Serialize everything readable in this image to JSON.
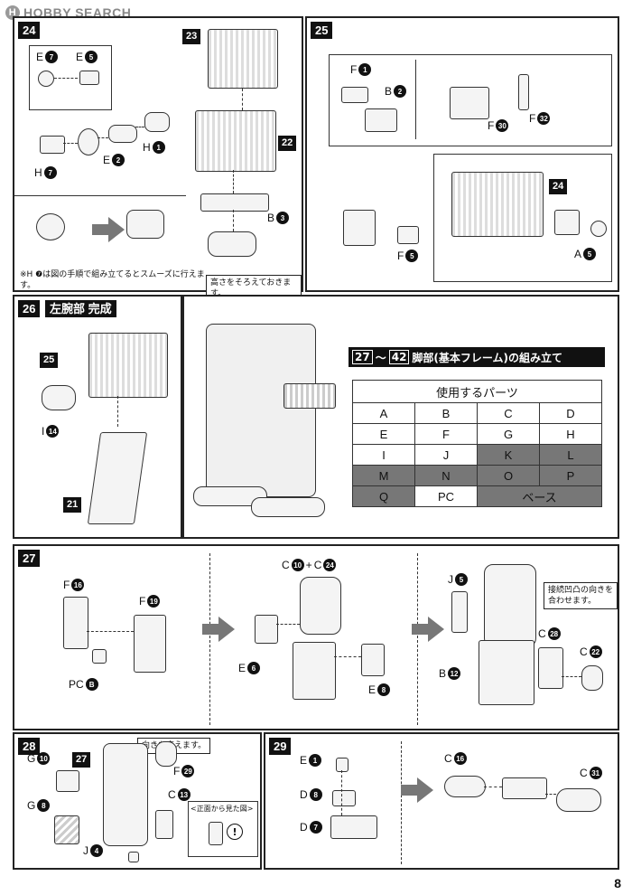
{
  "header": {
    "site_logo": "HOBBY SEARCH"
  },
  "steps": {
    "s24": {
      "number": "24",
      "labels": {
        "e7": "E",
        "e7n": "7",
        "e5": "E",
        "e5n": "5",
        "h1": "H",
        "h1n": "1",
        "e2": "E",
        "e2n": "2",
        "h7": "H",
        "h7n": "7",
        "b3": "B",
        "b3n": "3",
        "p23": "23",
        "p22": "22"
      },
      "note": "※H ❼は図の手順で組み立てるとスムーズに行えます。",
      "callout": "高さをそろえておきます。"
    },
    "s25": {
      "number": "25",
      "labels": {
        "f1": "F",
        "f1n": "1",
        "b2": "B",
        "b2n": "2",
        "f30": "F",
        "f30n": "30",
        "f32": "F",
        "f32n": "32",
        "f5": "F",
        "f5n": "5",
        "a5": "A",
        "a5n": "5",
        "p24": "24"
      }
    },
    "s26": {
      "number": "26",
      "title": "左腕部 完成",
      "labels": {
        "p25": "25",
        "i14": "I",
        "i14n": "14",
        "p21": "21"
      }
    },
    "s27": {
      "number": "27",
      "labels": {
        "f16": "F",
        "f16n": "16",
        "f19": "F",
        "f19n": "19",
        "pcb": "PC",
        "pcbn": "B",
        "c10": "C",
        "c10n": "10",
        "plus": "+",
        "c24": "C",
        "c24n": "24",
        "e6": "E",
        "e6n": "6",
        "e8": "E",
        "e8n": "8",
        "j5": "J",
        "j5n": "5",
        "c28": "C",
        "c28n": "28",
        "c22": "C",
        "c22n": "22",
        "b12": "B",
        "b12n": "12"
      },
      "callout": "接続凹凸の向きを合わせます。"
    },
    "s28": {
      "number": "28",
      "labels": {
        "g10": "G",
        "g10n": "10",
        "g8": "G",
        "g8n": "8",
        "p27": "27",
        "f29": "F",
        "f29n": "29",
        "c13": "C",
        "c13n": "13",
        "j4": "J",
        "j4n": "4"
      },
      "callout": "向きを変えます。",
      "front_view": "<正面から見た図>"
    },
    "s29": {
      "number": "29",
      "labels": {
        "e1": "E",
        "e1n": "1",
        "d8": "D",
        "d8n": "8",
        "d7": "D",
        "d7n": "7",
        "c16": "C",
        "c16n": "16",
        "c31": "C",
        "c31n": "31"
      }
    }
  },
  "parts_table": {
    "heading_from": "27",
    "heading_sep": "～",
    "heading_to": "42",
    "heading_text": "脚部(基本フレーム)の組み立て",
    "table_title": "使用するパーツ",
    "rows": [
      [
        {
          "t": "A",
          "dark": false
        },
        {
          "t": "B",
          "dark": false
        },
        {
          "t": "C",
          "dark": false
        },
        {
          "t": "D",
          "dark": false
        }
      ],
      [
        {
          "t": "E",
          "dark": false
        },
        {
          "t": "F",
          "dark": false
        },
        {
          "t": "G",
          "dark": false
        },
        {
          "t": "H",
          "dark": false
        }
      ],
      [
        {
          "t": "I",
          "dark": false
        },
        {
          "t": "J",
          "dark": false
        },
        {
          "t": "K",
          "dark": true
        },
        {
          "t": "L",
          "dark": true
        }
      ],
      [
        {
          "t": "M",
          "dark": true
        },
        {
          "t": "N",
          "dark": true
        },
        {
          "t": "O",
          "dark": true
        },
        {
          "t": "P",
          "dark": true
        }
      ],
      [
        {
          "t": "Q",
          "dark": true
        },
        {
          "t": "PC",
          "dark": false
        },
        {
          "t": "ベース",
          "dark": true,
          "span": 2
        }
      ]
    ]
  },
  "page_number": "8"
}
